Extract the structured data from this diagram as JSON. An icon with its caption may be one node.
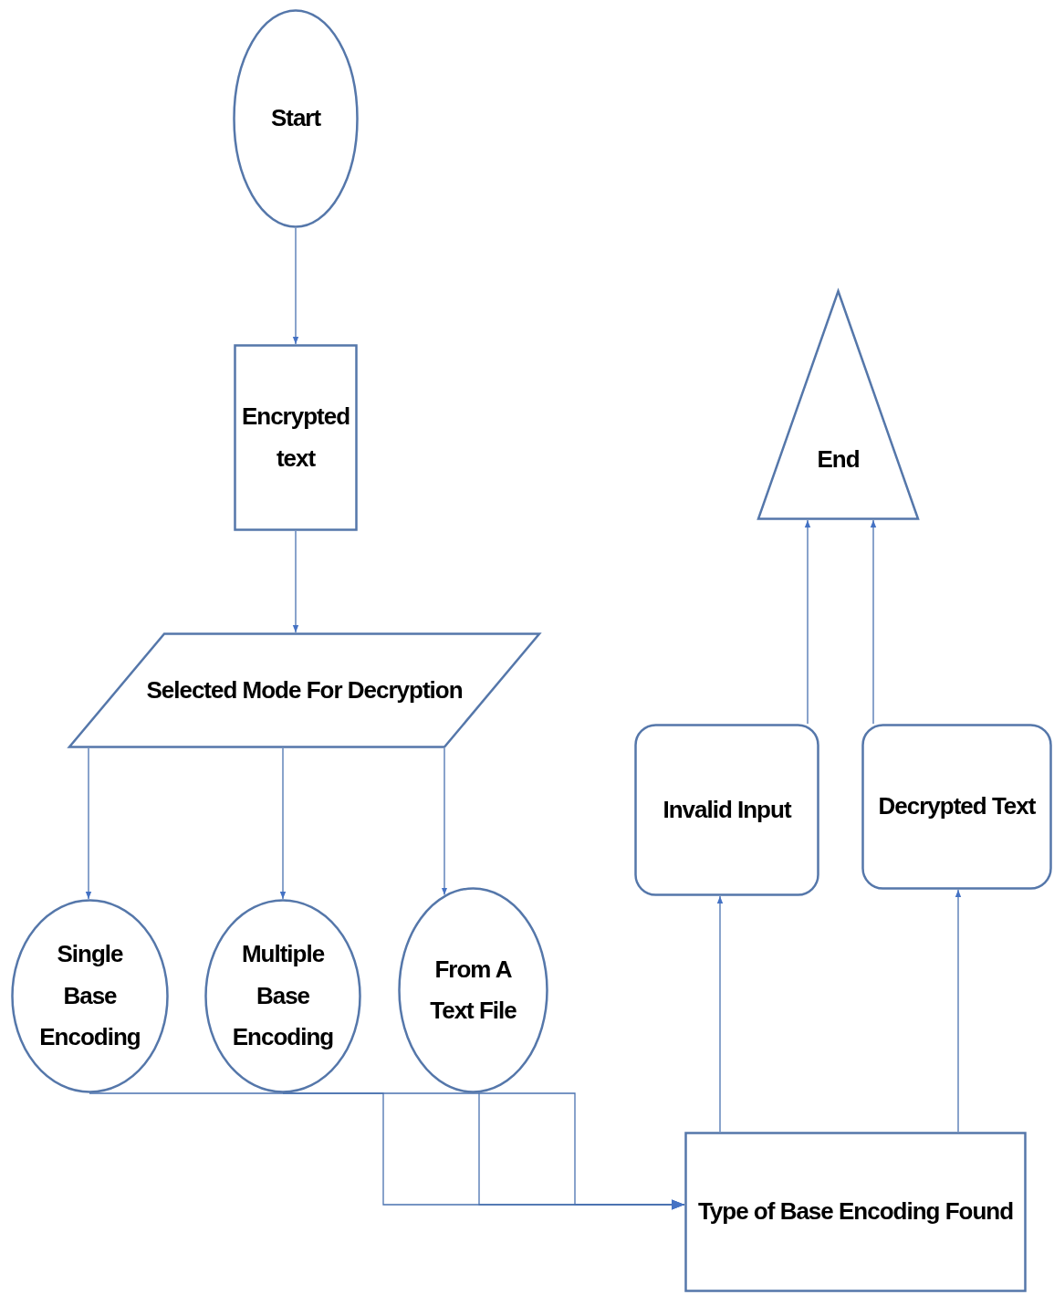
{
  "diagram": {
    "nodes": [
      {
        "text": [
          "Start"
        ]
      },
      {
        "text": [
          "Encrypted text"
        ]
      },
      {
        "text": [
          "Selected Mode For Decryption"
        ]
      },
      {
        "text": [
          "Single Base Encoding"
        ]
      },
      {
        "text": [
          "Multiple Base Encoding"
        ]
      },
      {
        "text": [
          "From A Text File"
        ]
      },
      {
        "text": [
          "Type of Base Encoding Found"
        ]
      },
      {
        "text": [
          "Invalid Input"
        ]
      },
      {
        "text": [
          "Decrypted Text"
        ]
      },
      {
        "text": [
          "End"
        ]
      }
    ],
    "edges": [
      {
        "from": 0,
        "to": 1,
        "arrow": "to"
      },
      {
        "from": 1,
        "to": 2,
        "arrow": "to"
      },
      {
        "from": 2,
        "to": 3,
        "arrow": "to"
      },
      {
        "from": 2,
        "to": 4,
        "arrow": "to"
      },
      {
        "from": 2,
        "to": 5,
        "arrow": "to"
      },
      {
        "from": 3,
        "to": 6,
        "arrow": "to"
      },
      {
        "from": 4,
        "to": 6,
        "arrow": "to"
      },
      {
        "from": 5,
        "to": 6,
        "arrow": "to"
      },
      {
        "from": 6,
        "to": 7,
        "arrow": "to"
      },
      {
        "from": 6,
        "to": 8,
        "arrow": "to"
      },
      {
        "from": 7,
        "to": 9,
        "arrow": "to"
      },
      {
        "from": 8,
        "to": 9,
        "arrow": "to"
      }
    ]
  }
}
